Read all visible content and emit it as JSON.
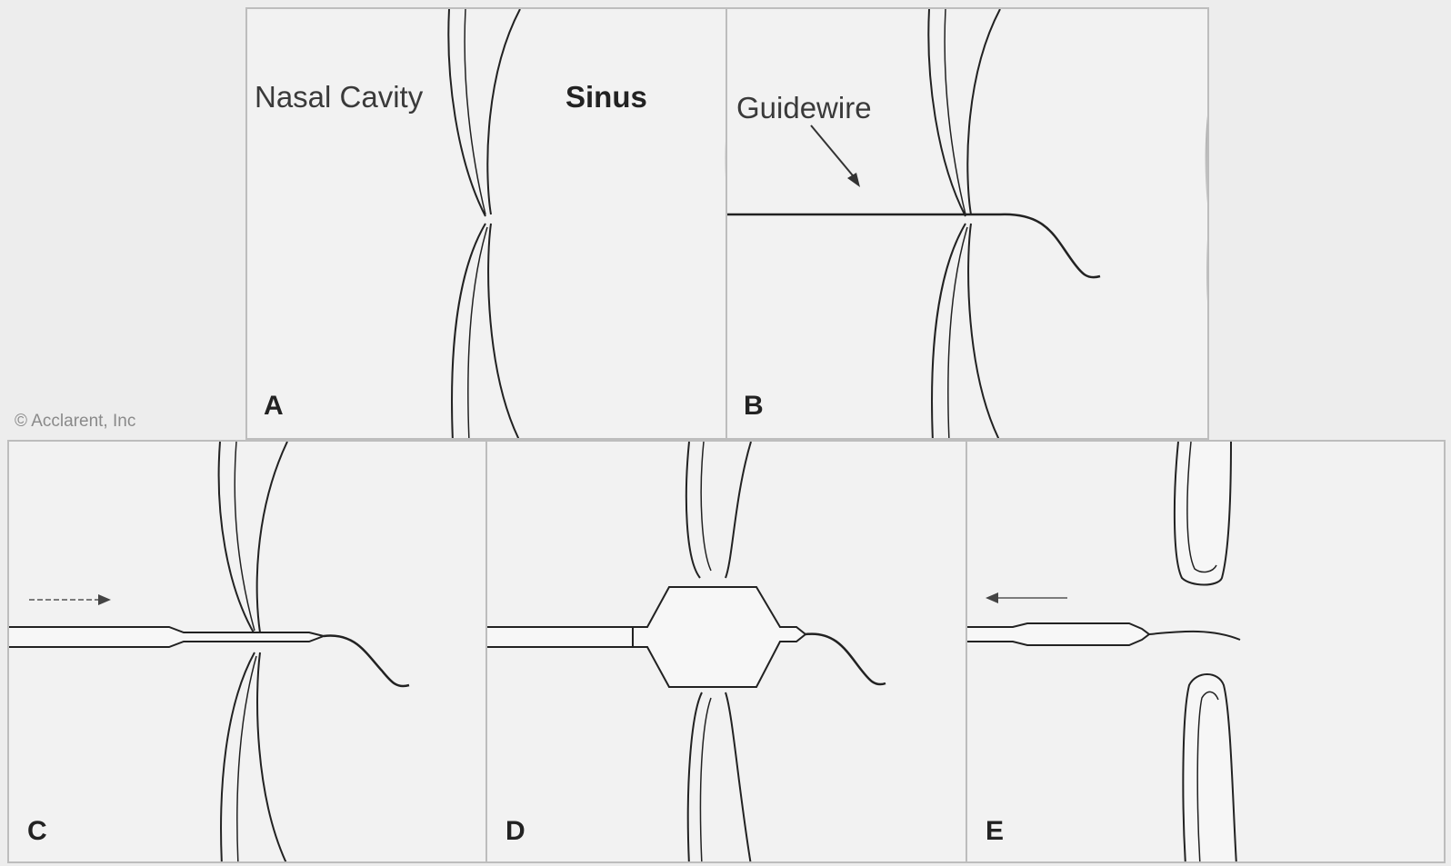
{
  "figure": {
    "copyright": "© Acclarent, Inc",
    "colors": {
      "background": "#ededed",
      "panel": "#f2f2f2",
      "sinus_dark": "#1e1e1e",
      "sinus_light": "#f4f4f4",
      "line": "#222222",
      "border": "#bdbdbd"
    },
    "panels": [
      {
        "letter": "A",
        "labels": [
          "Nasal Cavity",
          "Sinus"
        ]
      },
      {
        "letter": "B",
        "labels": [
          "Guidewire"
        ]
      },
      {
        "letter": "C",
        "labels": []
      },
      {
        "letter": "D",
        "labels": []
      },
      {
        "letter": "E",
        "labels": []
      }
    ]
  }
}
